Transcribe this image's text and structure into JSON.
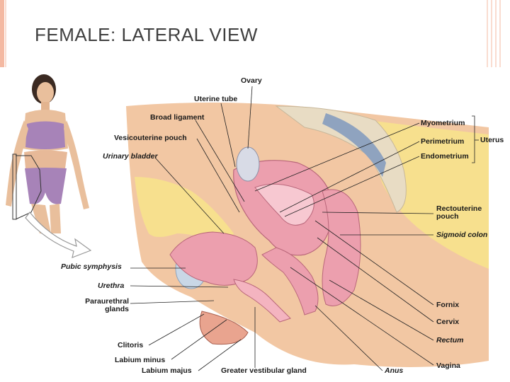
{
  "slide": {
    "title": "FEMALE: LATERAL VIEW"
  },
  "diagram": {
    "labels": {
      "ovary": "Ovary",
      "uterine_tube": "Uterine tube",
      "broad_ligament": "Broad ligament",
      "vesicouterine_pouch": "Vesicouterine pouch",
      "urinary_bladder": "Urinary bladder",
      "pubic_symphysis": "Pubic symphysis",
      "urethra": "Urethra",
      "paraurethral_glands_1": "Paraurethral",
      "paraurethral_glands_2": "glands",
      "clitoris": "Clitoris",
      "labium_minus": "Labium minus",
      "labium_majus": "Labium majus",
      "greater_vestibular_gland": "Greater vestibular gland",
      "anus": "Anus",
      "vagina": "Vagina",
      "rectum": "Rectum",
      "cervix": "Cervix",
      "fornix": "Fornix",
      "sigmoid_colon": "Sigmoid colon",
      "rectouterine_pouch_1": "Rectouterine",
      "rectouterine_pouch_2": "pouch",
      "myometrium": "Myometrium",
      "perimetrium": "Perimetrium",
      "endometrium": "Endometrium",
      "uterus": "Uterus"
    }
  },
  "colors": {
    "accent_bar": "#f4b9a2",
    "title_text": "#3f3f3f",
    "uterus_pink": "#ec9fae",
    "tissue_beige": "#f2c7a3",
    "fat_yellow": "#f7e08e",
    "bladder_blue": "#c9d7e6",
    "spine_bone": "#e8dcc4",
    "swimsuit_purple": "#a783b8"
  }
}
